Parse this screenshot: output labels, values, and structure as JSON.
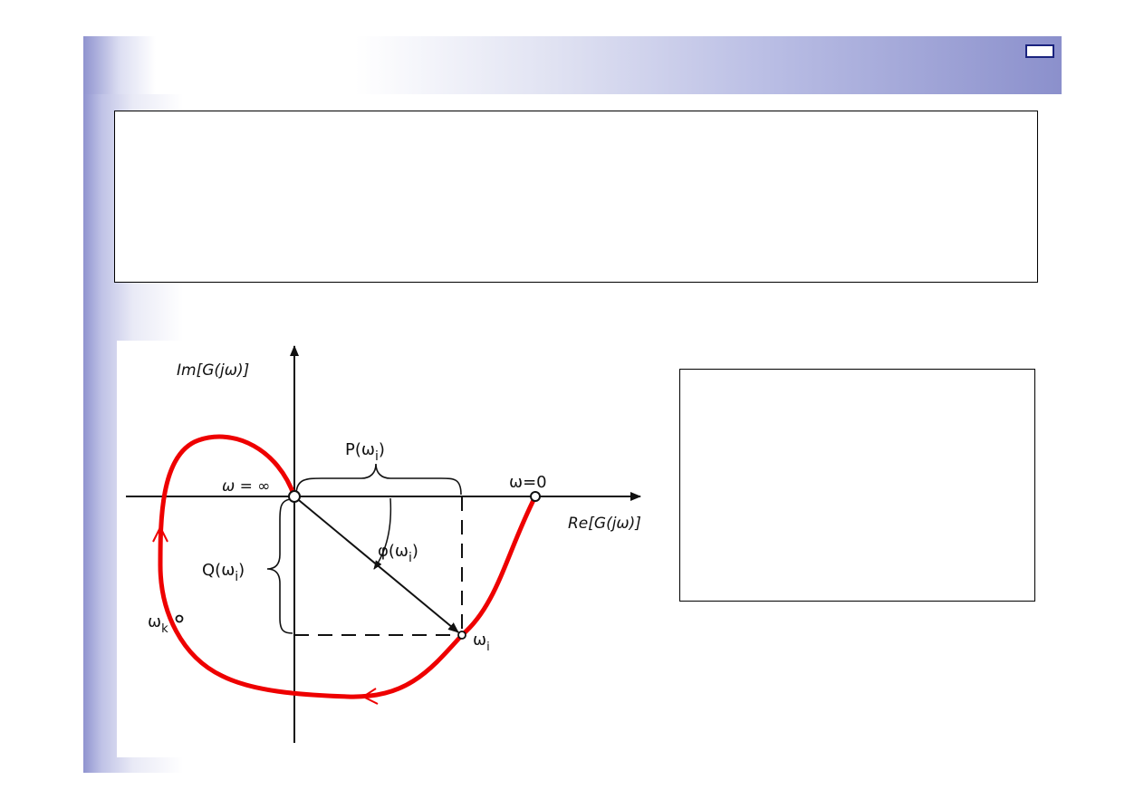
{
  "slide": {
    "corner_marker": "slide-number-box"
  },
  "diagram": {
    "axis_labels": {
      "imaginary": "Im[G(jω)]",
      "real": "Re[G(jω)]"
    },
    "point_labels": {
      "infinity": "ω = ∞",
      "zero": "ω=0",
      "omega_i_base": "ω",
      "omega_i_sub": "i",
      "omega_k_base": "ω",
      "omega_k_sub": "k"
    },
    "component_labels": {
      "P_base": "P(ω",
      "P_sub": "i",
      "P_end": ")",
      "Q_base": "Q(ω",
      "Q_sub": "i",
      "Q_end": ")",
      "phi_base": "φ(ω",
      "phi_sub": "i",
      "phi_end": ")"
    },
    "colors": {
      "curve": "#ee0000",
      "axes": "#111111"
    }
  }
}
